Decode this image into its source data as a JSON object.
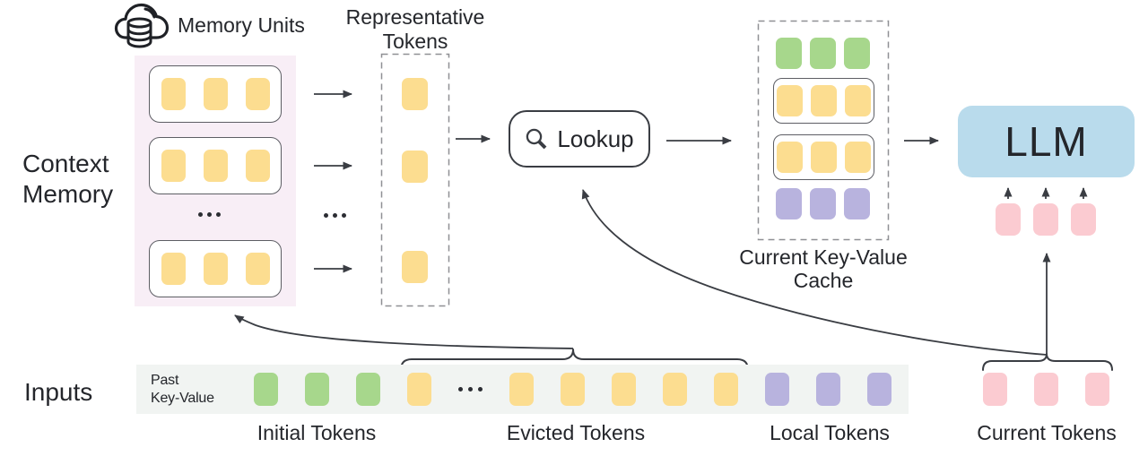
{
  "palette": {
    "token_yellow": "#fcdd90",
    "token_green": "#a7d78c",
    "token_purple": "#b8b3de",
    "token_pink": "#fbcbd1",
    "memory_panel_bg": "#f8eef6",
    "llm_bg": "#b9dbec",
    "inputs_bar_bg": "#f1f4f2",
    "stroke": "#3a3d43",
    "text": "#24262b"
  },
  "context_memory": {
    "section_label_lines": [
      "Context",
      "Memory"
    ],
    "memory_units_label": "Memory Units",
    "units": [
      {
        "color": "yellow",
        "count": 3
      },
      {
        "color": "yellow",
        "count": 3
      },
      {
        "color": "yellow",
        "count": 3
      }
    ]
  },
  "representative": {
    "title_lines": [
      "Representative",
      "Tokens"
    ],
    "tokens": [
      {
        "color": "yellow",
        "count": 1
      },
      {
        "color": "yellow",
        "count": 1
      },
      {
        "color": "yellow",
        "count": 1
      }
    ]
  },
  "lookup": {
    "label": "Lookup"
  },
  "cache": {
    "label_lines": [
      "Current Key-Value",
      "Cache"
    ],
    "rows": [
      {
        "color": "green",
        "count": 3
      },
      {
        "color": "yellow",
        "count": 3
      },
      {
        "color": "yellow",
        "count": 3
      },
      {
        "color": "purple",
        "count": 3
      }
    ]
  },
  "llm": {
    "label": "LLM",
    "input_tokens": {
      "color": "pink",
      "count": 3
    }
  },
  "inputs": {
    "section_label": "Inputs",
    "bar_label_lines": [
      "Past",
      "Key-Value"
    ],
    "bar_tokens": {
      "initial": {
        "color": "green",
        "count": 3
      },
      "evicted_head": {
        "color": "yellow",
        "count": 1
      },
      "evicted_tail": {
        "color": "yellow",
        "count": 5
      },
      "local": {
        "color": "purple",
        "count": 3
      }
    },
    "current_tokens": {
      "color": "pink",
      "count": 3
    },
    "group_labels": [
      "Initial Tokens",
      "Evicted Tokens",
      "Local Tokens",
      "Current Tokens"
    ]
  }
}
